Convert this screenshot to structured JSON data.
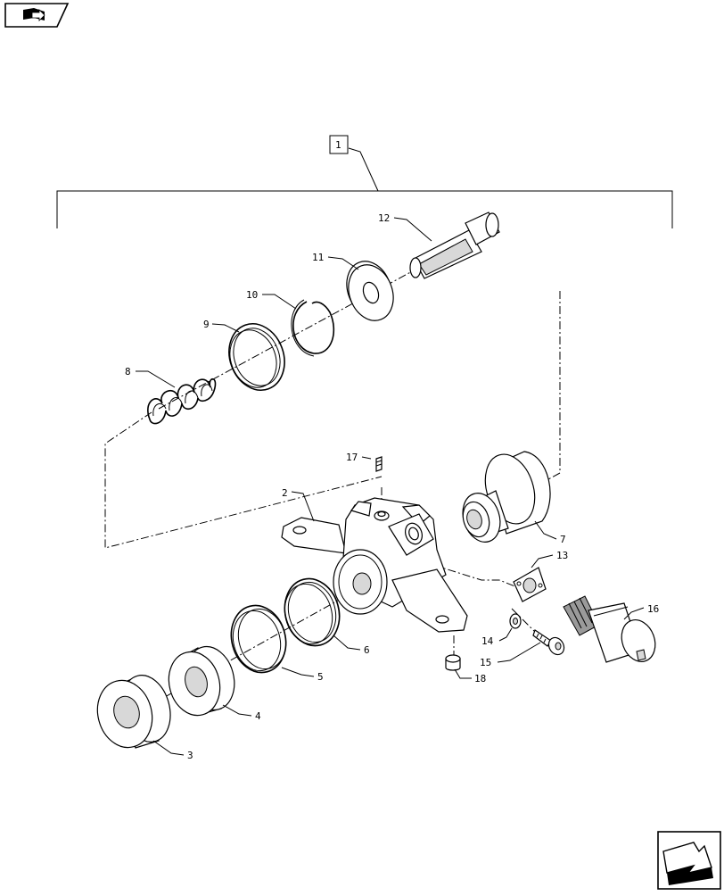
{
  "nav": {
    "back_icon": "book-arrow-icon",
    "forward_icon": "forward-arrow-icon"
  },
  "assembly": {
    "label": "1"
  },
  "callouts": [
    {
      "id": "2",
      "label": "2"
    },
    {
      "id": "3",
      "label": "3"
    },
    {
      "id": "4",
      "label": "4"
    },
    {
      "id": "5",
      "label": "5"
    },
    {
      "id": "6",
      "label": "6"
    },
    {
      "id": "7",
      "label": "7"
    },
    {
      "id": "8",
      "label": "8"
    },
    {
      "id": "9",
      "label": "9"
    },
    {
      "id": "10",
      "label": "10"
    },
    {
      "id": "11",
      "label": "11"
    },
    {
      "id": "12",
      "label": "12"
    },
    {
      "id": "13",
      "label": "13"
    },
    {
      "id": "14",
      "label": "14"
    },
    {
      "id": "15",
      "label": "15"
    },
    {
      "id": "16",
      "label": "16"
    },
    {
      "id": "17",
      "label": "17"
    },
    {
      "id": "18",
      "label": "18"
    }
  ]
}
